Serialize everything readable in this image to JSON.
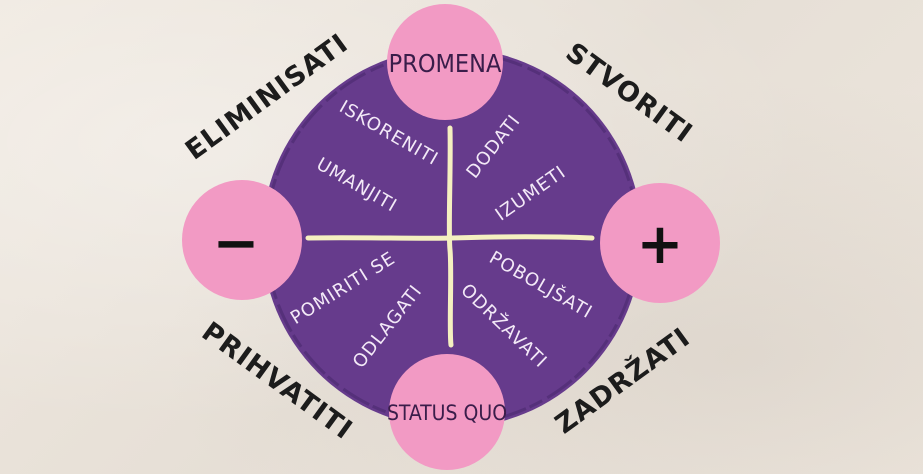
{
  "colors": {
    "circle": "#663b8c",
    "node": "#f29ac4",
    "cross": "#f5f0c0",
    "text_dark": "#1c1c1c"
  },
  "nodes": {
    "top": "PROMENA",
    "bottom": "STATUS QUO",
    "left": "−",
    "right": "+"
  },
  "corners": {
    "top_left": "ELIMINISATI",
    "top_right": "STVORITI",
    "bottom_left": "PRIHVATITI",
    "bottom_right": "ZADRŽATI"
  },
  "quadrants": {
    "top_left": [
      "ISKORENITI",
      "UMANJITI"
    ],
    "top_right": [
      "DODATI",
      "IZUMETI"
    ],
    "bottom_left": [
      "POMIRITI SE",
      "ODLAGATI"
    ],
    "bottom_right": [
      "POBOLJŠATI",
      "ODRŽAVATI"
    ]
  }
}
